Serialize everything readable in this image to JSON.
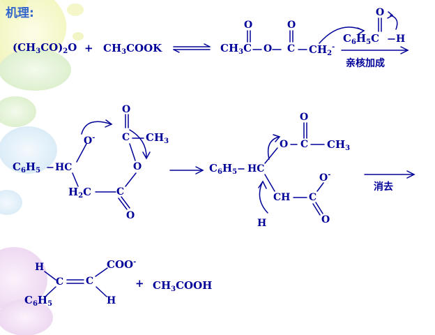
{
  "colors": {
    "ink": "#000099",
    "title": "#3366cc",
    "background": "#ffffff"
  },
  "title": "机理:",
  "step1": {
    "reactant1": {
      "main": "(CH",
      "sub1": "3",
      "mid": "CO)",
      "sub2": "2",
      "end": "O"
    },
    "plus": "+",
    "reactant2": {
      "main": "CH",
      "sub1": "3",
      "end": "COOK"
    },
    "enolate": {
      "ch3": "CH",
      "ch3_sub": "3",
      "c1": "C",
      "o1": "O",
      "o_bridge": "O",
      "c2": "C",
      "o2": "O",
      "ch2": "CH",
      "ch2_sub": "2",
      "charge": "-"
    },
    "benzaldehyde": {
      "ph": "C",
      "ph_sub1": "6",
      "ph_h": "H",
      "ph_sub2": "5",
      "c": "C",
      "o": "O",
      "h": "H"
    },
    "arrow_label": "亲核加成"
  },
  "step2": {
    "intermediate1": {
      "o_minus": "O",
      "o_minus_charge": "-",
      "carbonyl_c": "C",
      "carbonyl_o": "O",
      "ch3": "CH",
      "ch3_sub": "3",
      "ph": "C",
      "ph_sub1": "6",
      "ph_h": "H",
      "ph_sub2": "5",
      "hc": "HC",
      "ring_o": "O",
      "h2c": "H",
      "h2c_sub": "2",
      "h2c_c": "C",
      "c_lower": "C",
      "o_lower": "O"
    },
    "intermediate2": {
      "ph": "C",
      "ph_sub1": "6",
      "ph_h": "H",
      "ph_sub2": "5",
      "hc": "HC",
      "o_ester": "O",
      "c_ester": "C",
      "o_top": "O",
      "ch3": "CH",
      "ch3_sub": "3",
      "ch": "CH",
      "c_acid": "C",
      "o_minus": "O",
      "o_minus_charge": "-",
      "o_bottom": "O",
      "h": "H"
    },
    "arrow_label": "消去"
  },
  "products": {
    "h_top": "H",
    "c1": "C",
    "c2": "C",
    "coo": "COO",
    "coo_charge": "-",
    "ph": "C",
    "ph_sub1": "6",
    "ph_h": "H",
    "ph_sub2": "5",
    "h_bottom": "H",
    "plus": "+",
    "acetic_acid": {
      "main": "CH",
      "sub1": "3",
      "end": "COOH"
    }
  }
}
